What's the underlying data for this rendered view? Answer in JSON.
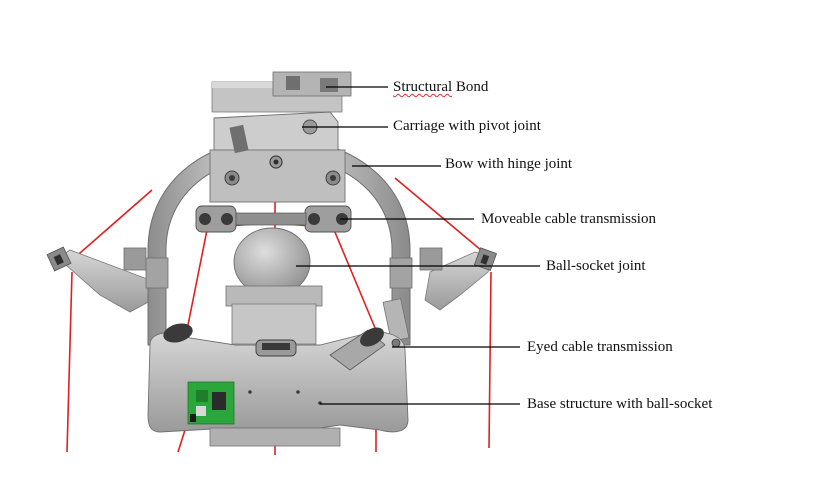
{
  "colors": {
    "background": "#ffffff",
    "body_light": "#c9c9c9",
    "body_mid": "#a8a8a8",
    "body_dark": "#7d7d7d",
    "joint_dark": "#3a3a3a",
    "cable_red": "#e02020",
    "pcb_green": "#2aa63a",
    "leader_line": "#000000",
    "spell_underline": "#d43030"
  },
  "labels": [
    {
      "id": "structural-bond",
      "text_a": "Structural",
      "text_b": " Bond"
    },
    {
      "id": "carriage",
      "text": "Carriage with pivot joint"
    },
    {
      "id": "bow",
      "text": "Bow with hinge joint"
    },
    {
      "id": "moveable-cable",
      "text": "Moveable cable transmission"
    },
    {
      "id": "ball-socket-joint",
      "text": "Ball-socket joint"
    },
    {
      "id": "eyed-cable",
      "text": "Eyed cable transmission"
    },
    {
      "id": "base-structure",
      "text": "Base structure with ball-socket"
    }
  ],
  "icons": [
    "pcb-board-icon"
  ]
}
